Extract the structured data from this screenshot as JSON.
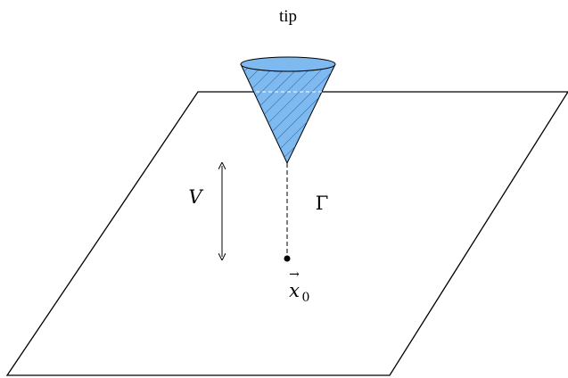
{
  "labels": {
    "tip": "tip",
    "voltage": "V",
    "gamma": "Γ",
    "point": "x",
    "point_subscript": "0",
    "point_vector": "→"
  },
  "colors": {
    "cone_fill": "#7EB9F0",
    "cone_hatch": "#2a5f9e",
    "stroke": "#000000",
    "background": "#ffffff"
  }
}
